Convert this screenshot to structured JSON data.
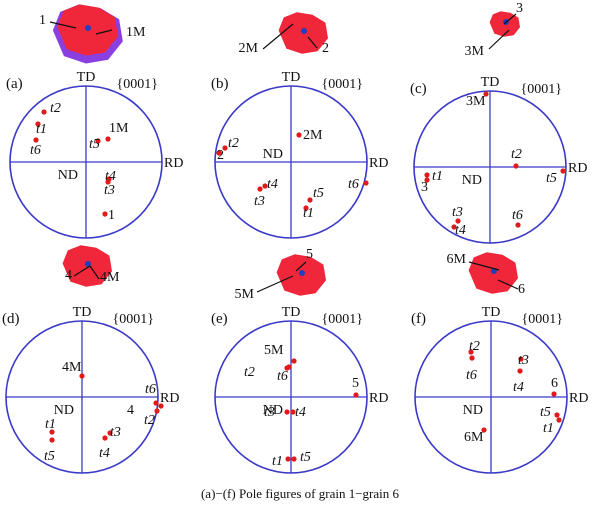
{
  "caption": "(a)−(f) Pole figures of grain 1−grain 6",
  "colors": {
    "point": "#e31a1c",
    "grain": "#f0263b",
    "grain_purple": "#8a3fe0",
    "grain_blue": "#1f3fbf",
    "axis": "#3a3ac8"
  },
  "axis_labels": {
    "td": "TD",
    "rd": "RD",
    "nd": "ND"
  },
  "pole_figures": [
    {
      "panel": "(a)",
      "plane": "{0001}",
      "grain_labels": [
        "1",
        "1M"
      ],
      "points": [
        {
          "label": "t2",
          "italic": true
        },
        {
          "label": "t1",
          "italic": true
        },
        {
          "label": "t6",
          "italic": true
        },
        {
          "label": "t5",
          "italic": true
        },
        {
          "label": "1M",
          "italic": false
        },
        {
          "label": "t4",
          "italic": true
        },
        {
          "label": "t3",
          "italic": true
        },
        {
          "label": "1",
          "italic": false
        }
      ]
    },
    {
      "panel": "(b)",
      "plane": "{0001}",
      "grain_labels": [
        "2M",
        "2"
      ],
      "points": [
        {
          "label": "t2",
          "italic": true
        },
        {
          "label": "2",
          "italic": false
        },
        {
          "label": "2M",
          "italic": false
        },
        {
          "label": "t4",
          "italic": true
        },
        {
          "label": "t3",
          "italic": true
        },
        {
          "label": "t5",
          "italic": true
        },
        {
          "label": "t1",
          "italic": true
        },
        {
          "label": "t6",
          "italic": true
        }
      ]
    },
    {
      "panel": "(c)",
      "plane": "{0001}",
      "grain_labels": [
        "3M",
        "3"
      ],
      "points": [
        {
          "label": "3M",
          "italic": false
        },
        {
          "label": "t2",
          "italic": true
        },
        {
          "label": "t1",
          "italic": true
        },
        {
          "label": "3",
          "italic": false
        },
        {
          "label": "t5",
          "italic": true
        },
        {
          "label": "t3",
          "italic": true
        },
        {
          "label": "t4",
          "italic": true
        },
        {
          "label": "t6",
          "italic": true
        }
      ]
    },
    {
      "panel": "(d)",
      "plane": "{0001}",
      "grain_labels": [
        "4",
        "4M"
      ],
      "points": [
        {
          "label": "4M",
          "italic": false
        },
        {
          "label": "t6",
          "italic": true
        },
        {
          "label": "4",
          "italic": false
        },
        {
          "label": "t2",
          "italic": true
        },
        {
          "label": "t1",
          "italic": true
        },
        {
          "label": "t5",
          "italic": true
        },
        {
          "label": "t3",
          "italic": true
        },
        {
          "label": "t4",
          "italic": true
        }
      ]
    },
    {
      "panel": "(e)",
      "plane": "{0001}",
      "grain_labels": [
        "5M",
        "5"
      ],
      "points": [
        {
          "label": "5M",
          "italic": false
        },
        {
          "label": "t2",
          "italic": true
        },
        {
          "label": "t6",
          "italic": true
        },
        {
          "label": "5",
          "italic": false
        },
        {
          "label": "t3",
          "italic": true
        },
        {
          "label": "t4",
          "italic": true
        },
        {
          "label": "t1",
          "italic": true
        },
        {
          "label": "t5",
          "italic": true
        }
      ]
    },
    {
      "panel": "(f)",
      "plane": "{0001}",
      "grain_labels": [
        "6M",
        "6"
      ],
      "points": [
        {
          "label": "t2",
          "italic": true
        },
        {
          "label": "t6",
          "italic": true
        },
        {
          "label": "t3",
          "italic": true
        },
        {
          "label": "t4",
          "italic": true
        },
        {
          "label": "6",
          "italic": false
        },
        {
          "label": "t5",
          "italic": true
        },
        {
          "label": "t1",
          "italic": true
        },
        {
          "label": "6M",
          "italic": false
        }
      ]
    }
  ]
}
